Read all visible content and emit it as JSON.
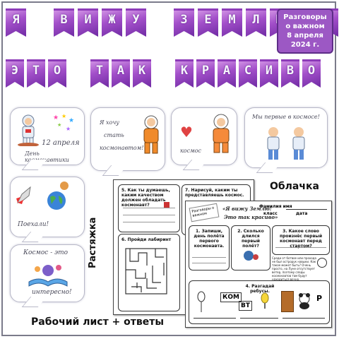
{
  "banner": {
    "row1": [
      "Я",
      "",
      "В",
      "И",
      "Ж",
      "У",
      "",
      "З",
      "Е",
      "М",
      "Л",
      "Ю",
      "",
      "!"
    ],
    "row2": [
      "Э",
      "Т",
      "О",
      "",
      "Т",
      "А",
      "К",
      "",
      "К",
      "Р",
      "А",
      "С",
      "И",
      "В",
      "О"
    ]
  },
  "info": {
    "line1": "Разговоры",
    "line2": "о важном",
    "line3": "8 апреля",
    "line4": "2024 г."
  },
  "cards": {
    "c1_line1": "12 апреля",
    "c1_line2": "День космонавтики",
    "c2_line1": "Я хочу",
    "c2_line2": "стать",
    "c2_line3": "космонавтом!",
    "c3": "космос",
    "c4": "Мы первые в космосе!",
    "c5": "Поехали!",
    "c6_line1": "Космос - это",
    "c6_line2": "интересно!"
  },
  "labels": {
    "oblachka": "Облачка",
    "rastyazhka": "Растяжка",
    "worksheet": "Рабочий лист + ответы"
  },
  "ws_back": {
    "q5": "5. Как ты думаешь, каким качеством должен обладать космонавт?",
    "q7": "7. Нарисуй, каким ты представляешь космос.",
    "q6": "6. Пройди лабиринт"
  },
  "ws_front": {
    "stamp": "Разговоры о важном",
    "title1": "«Я вижу Землю!",
    "title2": "Это так красиво»",
    "fio": "Фамилия имя",
    "klass": "класс",
    "data": "дата",
    "q1": "1. Запиши, день полёта первого космонавта.",
    "q2": "2. Сколько длился первый полёт?",
    "q3": "3. Какое слово произнёс первый космонавт перед стартом?",
    "side_text": "Среди от ботвое или прохода не был острорук навыки. Как такое может быть? Очень просто, на Луне отсутствует ветер, поэтому следы космонавтов там будут находиться вечно.",
    "q4": "4. Разгадай ребусы.",
    "rebus1": "КОМ",
    "rebus2": "ВТ",
    "rebus_letter": "Р"
  },
  "colors": {
    "flag_top": "#d79be8",
    "flag_bottom": "#6f2aa3",
    "info_bg": "#9c58c4"
  }
}
